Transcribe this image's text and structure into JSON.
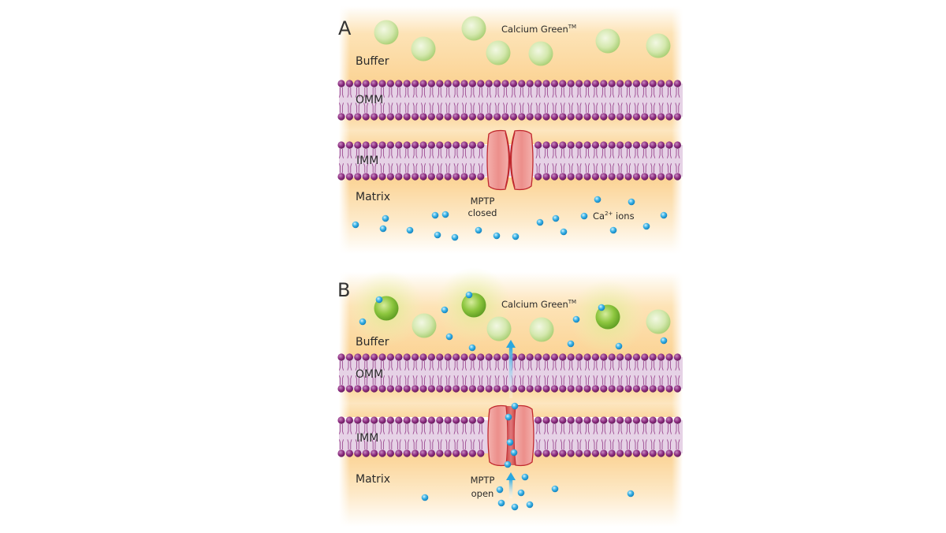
{
  "panels": [
    {
      "letter": "A",
      "labels": {
        "buffer": "Buffer",
        "omm": "OMM",
        "imm": "IMM",
        "matrix": "Matrix",
        "dye": "Calcium Green",
        "dye_tm": "TM",
        "pore_line1": "MPTP",
        "pore_line2": "closed",
        "ion_prefix": "Ca",
        "ion_sup": "2+",
        "ion_suffix": " ions"
      }
    },
    {
      "letter": "B",
      "labels": {
        "buffer": "Buffer",
        "omm": "OMM",
        "imm": "IMM",
        "matrix": "Matrix",
        "dye": "Calcium Green",
        "dye_tm": "TM",
        "pore_line1": "MPTP",
        "pore_line2": "open"
      }
    }
  ],
  "colors": {
    "buffer_orange": "#fbd9a0",
    "membrane_band": "#e6d2e6",
    "lipid_head": "#8e2e82",
    "lipid_tail": "#9c4b91",
    "pore_fill": "#ef9a96",
    "pore_stroke": "#c0282d",
    "dye_inactive": "#cfe6a6",
    "dye_active": "#8cc63f",
    "ion": "#29a9e0",
    "arrow": "#2aa7df"
  }
}
